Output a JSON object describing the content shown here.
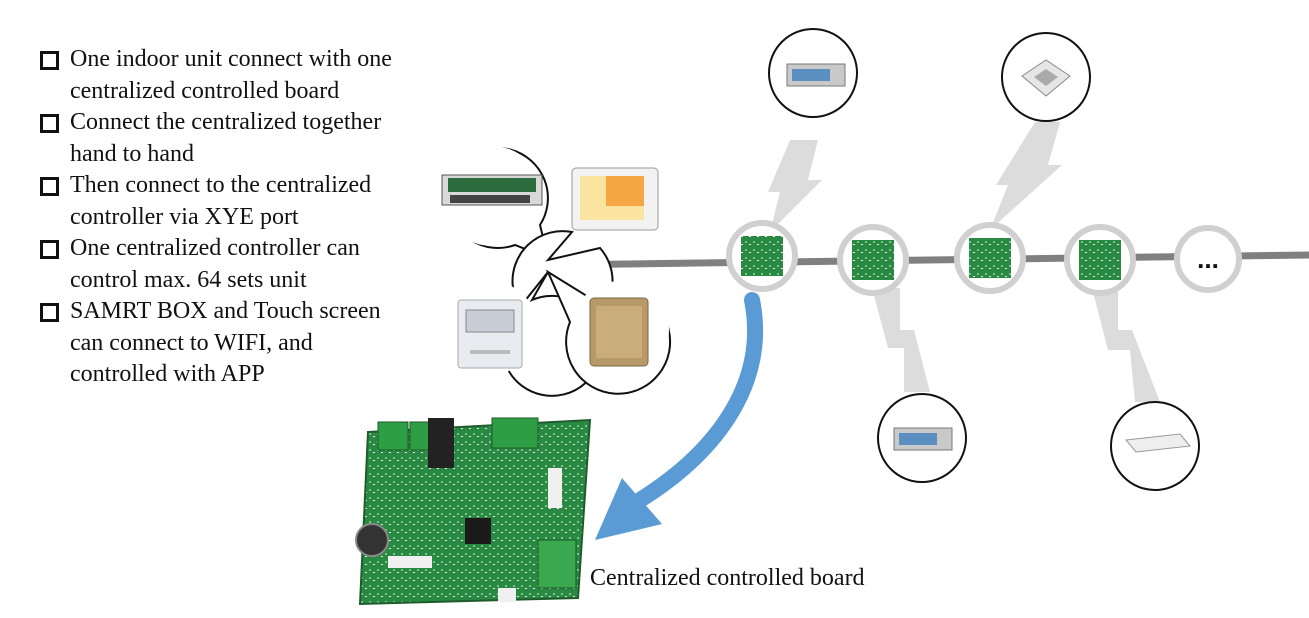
{
  "bullets": [
    "One indoor unit connect with one centralized controlled board",
    "Connect the centralized together hand to hand",
    "Then connect to the centralized controller via XYE port",
    "One centralized controller can control max. 64 sets unit",
    "SAMRT BOX and Touch screen can connect to WIFI, and controlled with APP"
  ],
  "board_caption": "Centralized controlled board",
  "ellipsis": "...",
  "colors": {
    "bus_line": "#808080",
    "arrow": "#5b9bd5",
    "pcb_green": "#1f7a3a",
    "connector_green": "#2e9e44",
    "bolt": "#dcdcdc"
  }
}
